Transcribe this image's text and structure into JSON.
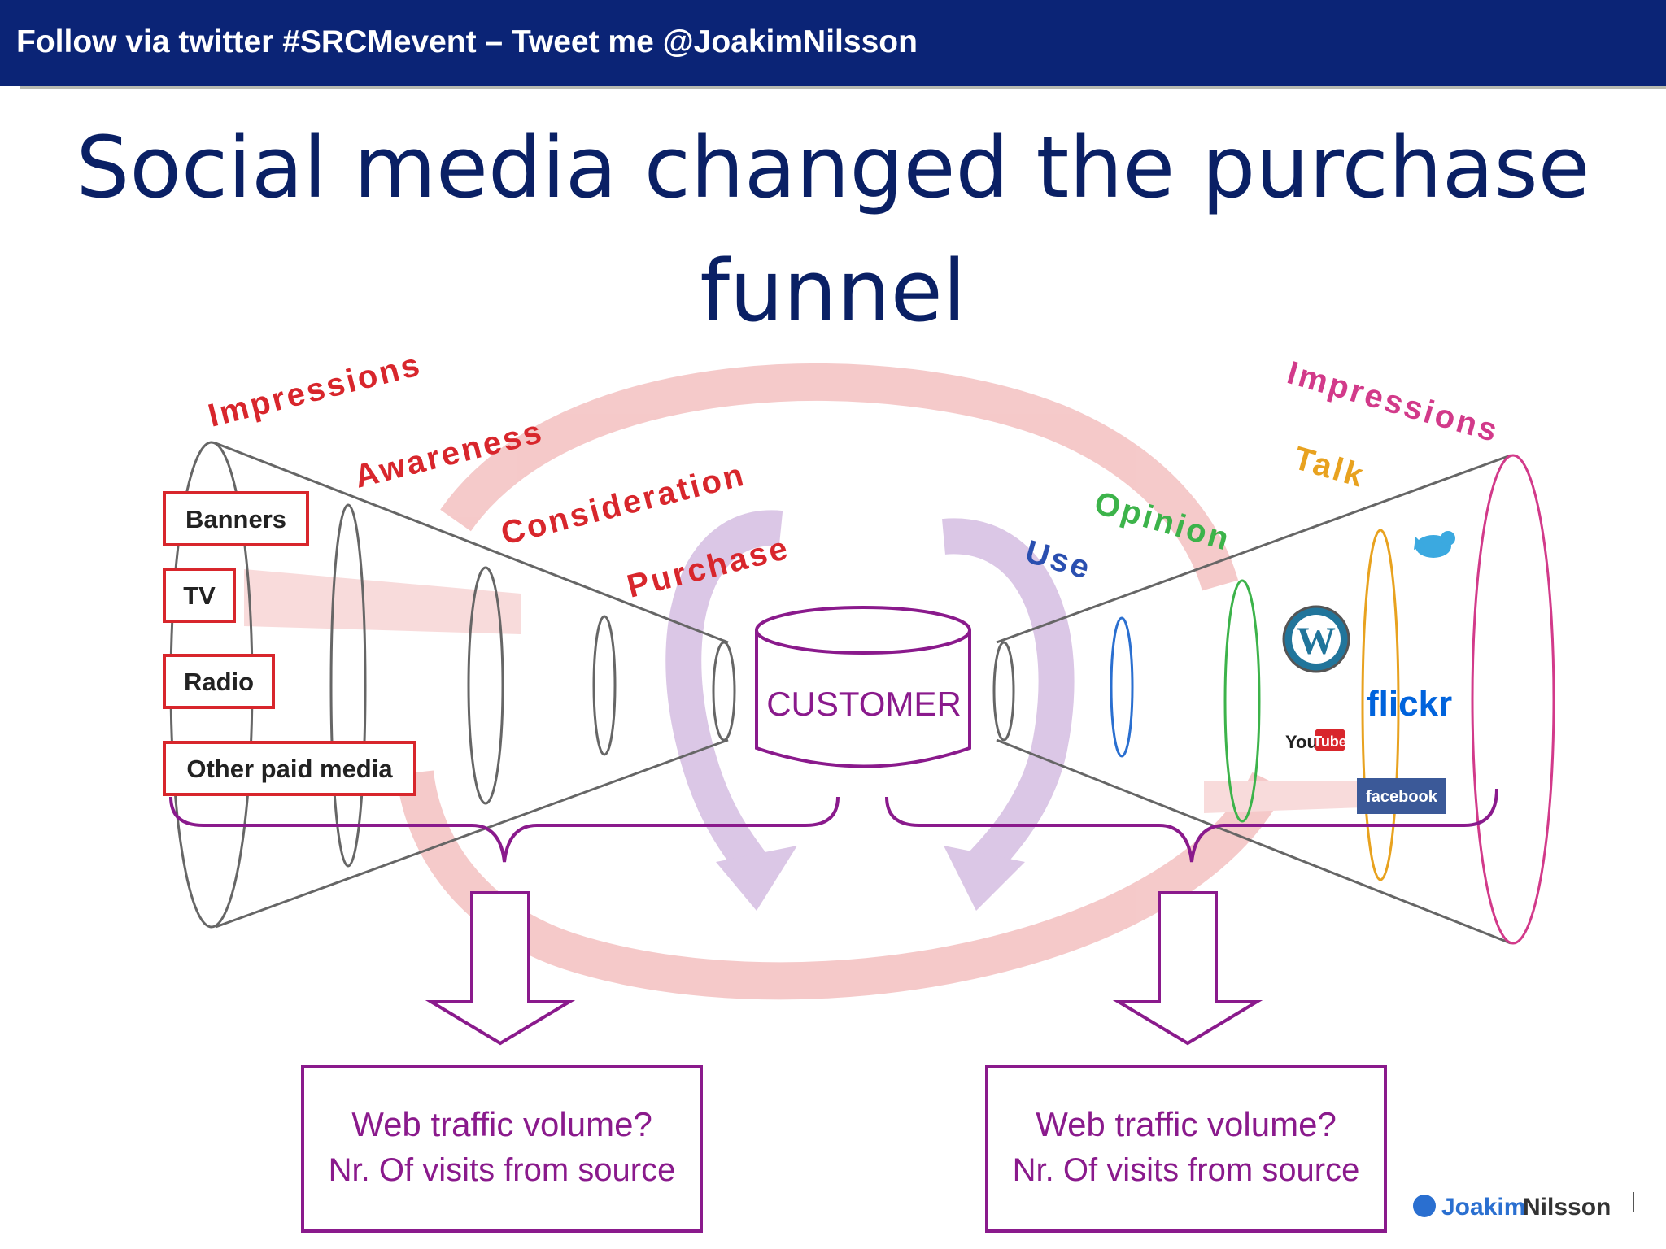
{
  "header": {
    "text": "Follow via twitter #SRCMevent – Tweet me @JoakimNilsson"
  },
  "title": {
    "line1": "Social media changed the purchase",
    "line2": "funnel"
  },
  "left_funnel": {
    "stages": [
      "Impressions",
      "Awareness",
      "Consideration",
      "Purchase"
    ],
    "sources": [
      "Banners",
      "TV",
      "Radio",
      "Other paid media"
    ]
  },
  "right_funnel": {
    "stages": [
      "Use",
      "Opinion",
      "Talk",
      "Impressions"
    ],
    "logos": {
      "flickr": "flickr",
      "youtube_you": "You",
      "youtube_tube": "Tube",
      "facebook": "facebook"
    }
  },
  "customer": {
    "label": "CUSTOMER"
  },
  "outcomes": [
    {
      "title": "Web traffic volume?",
      "subtitle": "Nr. Of visits from source"
    },
    {
      "title": "Web traffic volume?",
      "subtitle": "Nr. Of visits from source"
    }
  ],
  "footer": {
    "logo_first": "Joakim",
    "logo_last": "Nilsson"
  },
  "colors": {
    "header_bg": "#0b2476",
    "title": "#0a2065",
    "stage_red": "#d8262c",
    "purple": "#8a1a8c",
    "source_box": "#d8262c",
    "use": "#2a4fb0",
    "opinion": "#3cb34a",
    "talk": "#e8a21f",
    "impressions_right": "#d23a8a"
  }
}
